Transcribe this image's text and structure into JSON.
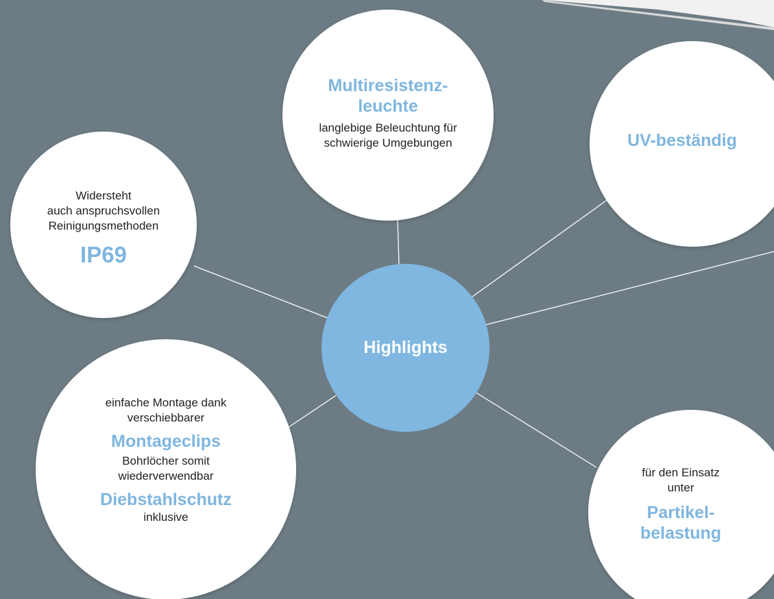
{
  "center": {
    "label": "Highlights"
  },
  "bubbles": {
    "multiresistenz": {
      "title": "Multiresistenz-\nleuchte",
      "text": "langlebige Beleuchtung für\nschwierige Umgebungen"
    },
    "uv": {
      "title": "UV-beständig"
    },
    "ip69": {
      "text": "Widersteht\nauch anspruchsvollen\nReinigungsmethoden",
      "title": "IP69"
    },
    "montage": {
      "intro": "einfache Montage dank\nverschiebbarer",
      "title1": "Montageclips",
      "mid": "Bohrlöcher somit\nwiederverwendbar",
      "title2": "Diebstahlschutz",
      "outro": "inklusive"
    },
    "partikel": {
      "intro": "für den Einsatz\nunter",
      "title": "Partikel-\nbelastung"
    }
  },
  "colors": {
    "background": "#6d7c84",
    "accent": "#7fb6df",
    "center_fill": "#7fb7e0",
    "bubble_fill": "#ffffff",
    "connector": "#ffffff"
  }
}
